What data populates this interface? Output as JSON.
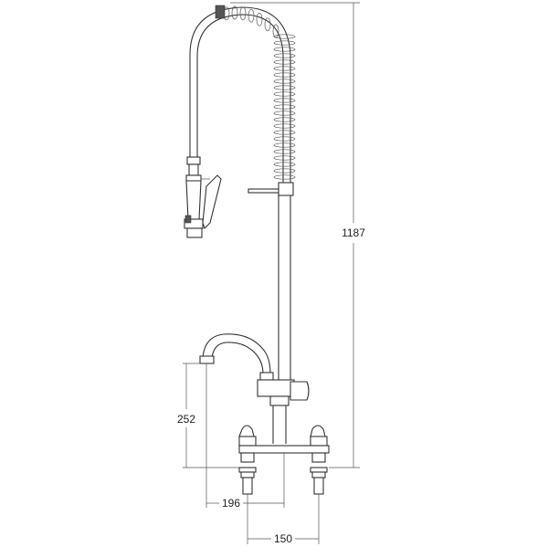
{
  "dimensions": {
    "overall_height": "1187",
    "spout_height": "252",
    "spout_reach": "196",
    "tap_centres": "150"
  },
  "colors": {
    "line": "#333333",
    "background": "#ffffff"
  }
}
